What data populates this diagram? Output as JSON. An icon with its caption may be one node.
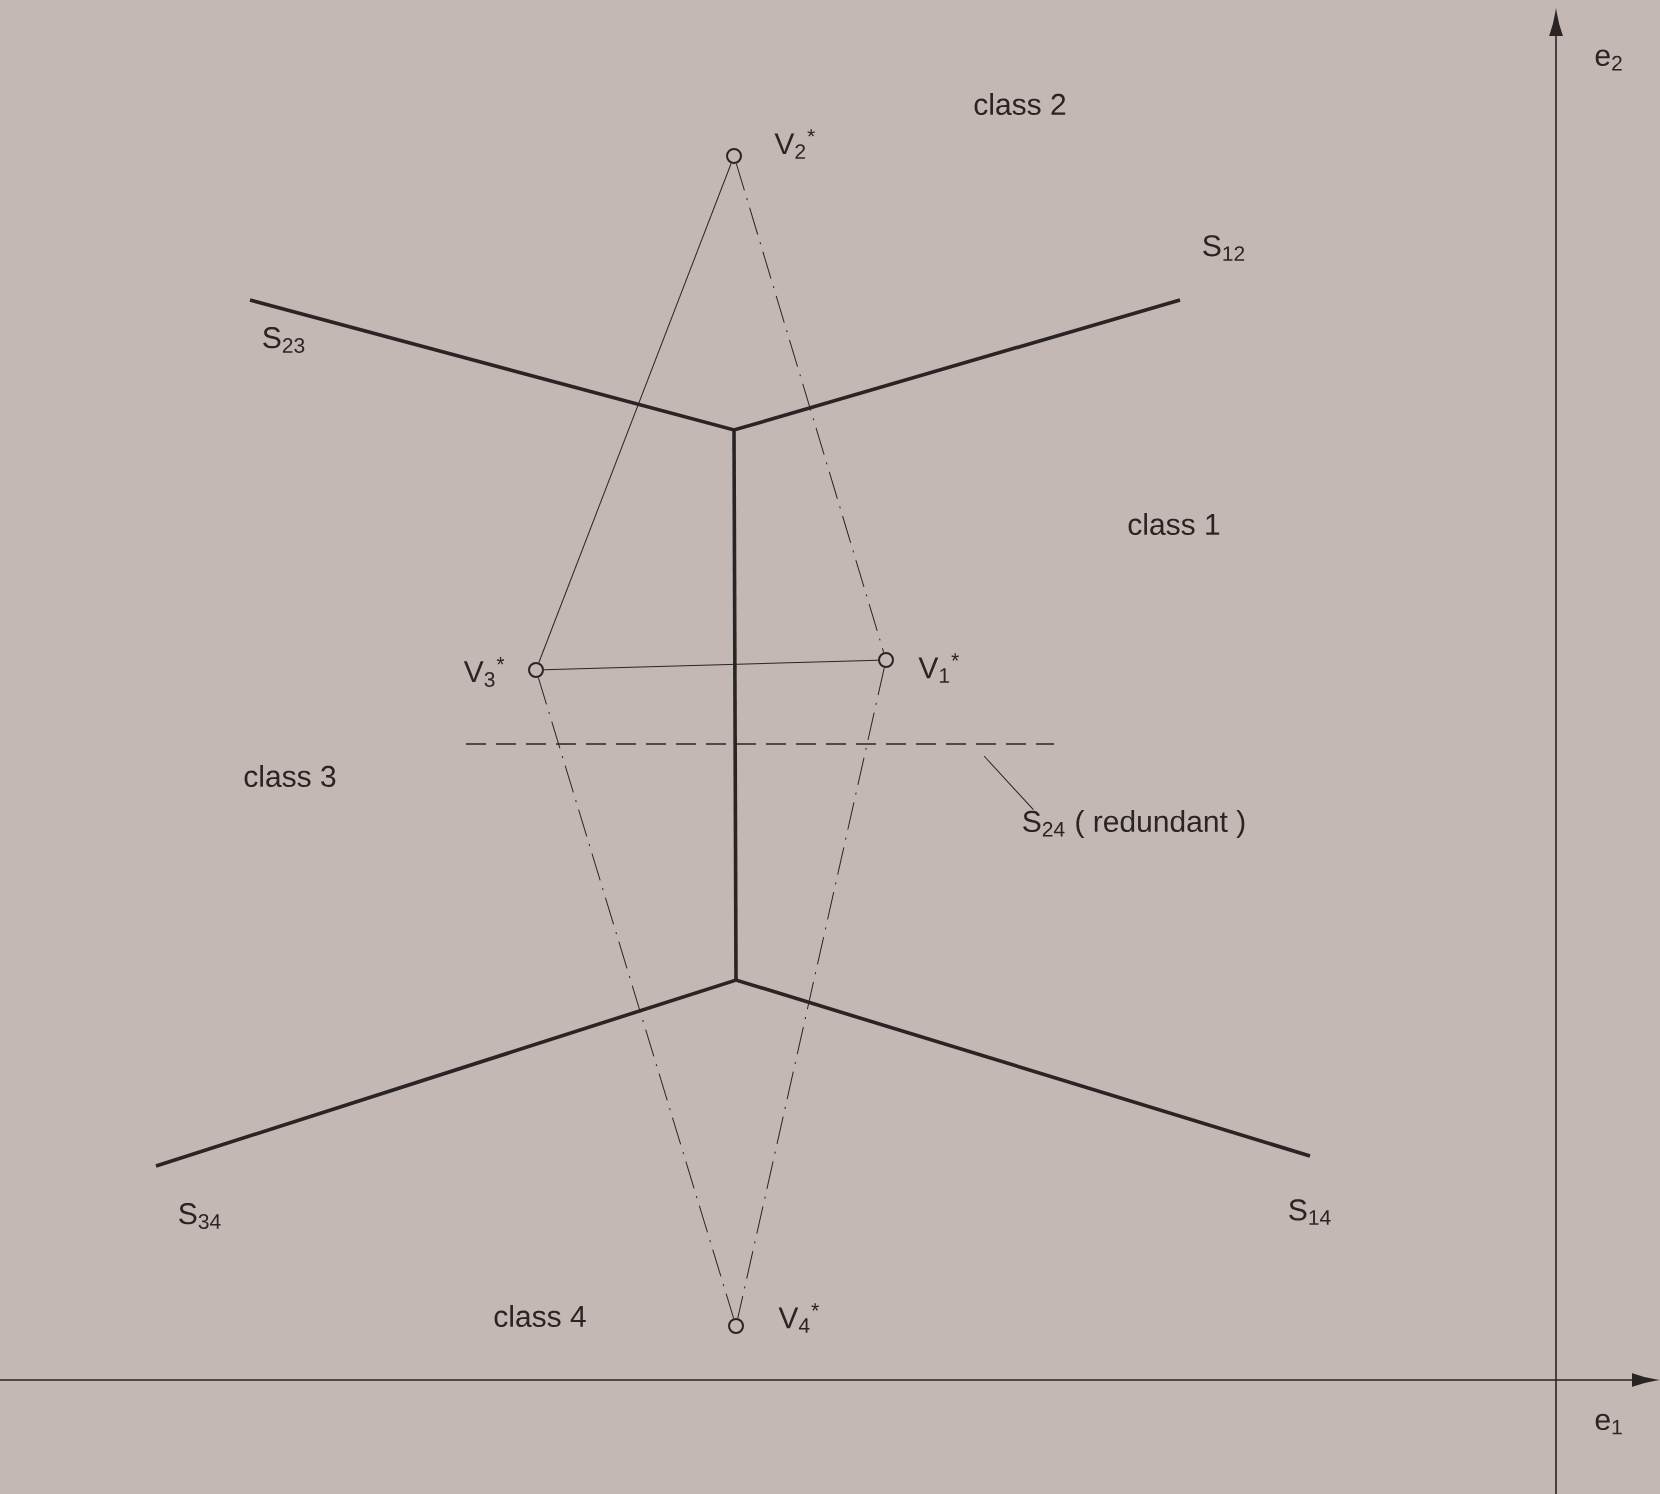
{
  "diagram": {
    "nodes": [
      {
        "text": [],
        "shape": "circle",
        "beside": [
          "V$_{2}$$^{*}$"
        ]
      },
      {
        "text": [],
        "shape": "circle",
        "beside": [
          "V$_{3}$$^{*}$"
        ]
      },
      {
        "text": [],
        "shape": "circle",
        "beside": [
          "V$_{1}$$^{*}$"
        ]
      },
      {
        "text": [
          "S$_{24}$ ( redundant )"
        ]
      },
      {
        "text": [],
        "shape": "circle",
        "beside": [
          "V$_{4}$$^{*}$"
        ]
      }
    ],
    "edges": [
      {
        "from": 0,
        "to": 1,
        "arrow": "none"
      },
      {
        "from": 0,
        "to": 2,
        "arrow": "none",
        "style": "dashed"
      },
      {
        "from": 1,
        "to": 2,
        "arrow": "none"
      },
      {
        "from": 1,
        "to": 4,
        "arrow": "none",
        "style": "dashed"
      },
      {
        "from": 2,
        "to": 4,
        "arrow": "none",
        "style": "dashed"
      },
      {
        "from": 3,
        "to": null,
        "arrow": "none"
      }
    ],
    "labels": [
      "e$_{2}$",
      "class 2",
      "S$_{23}$",
      "S$_{12}$",
      "class 1",
      "class 3",
      "S$_{34}$",
      "S$_{14}$",
      "class 4",
      "e$_{1}$"
    ]
  }
}
